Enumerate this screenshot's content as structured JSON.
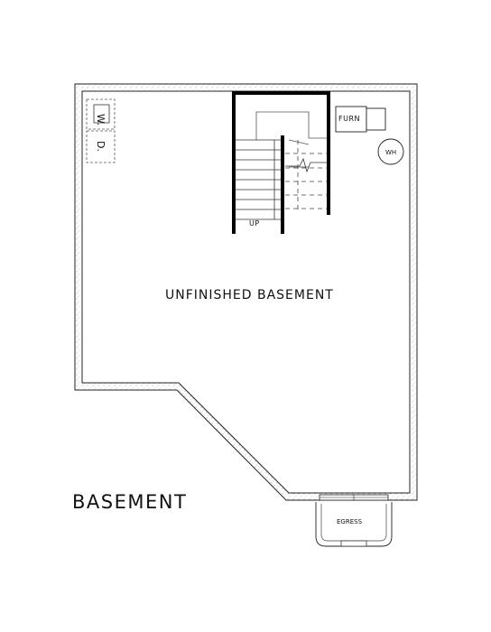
{
  "plan": {
    "title": "BASEMENT",
    "room_label": "UNFINISHED BASEMENT",
    "stair_label": "UP",
    "furnace_label": "FURN",
    "water_heater_label": "WH",
    "washer_label": "W.",
    "dryer_label": "D.",
    "egress_label": "EGRESS"
  }
}
